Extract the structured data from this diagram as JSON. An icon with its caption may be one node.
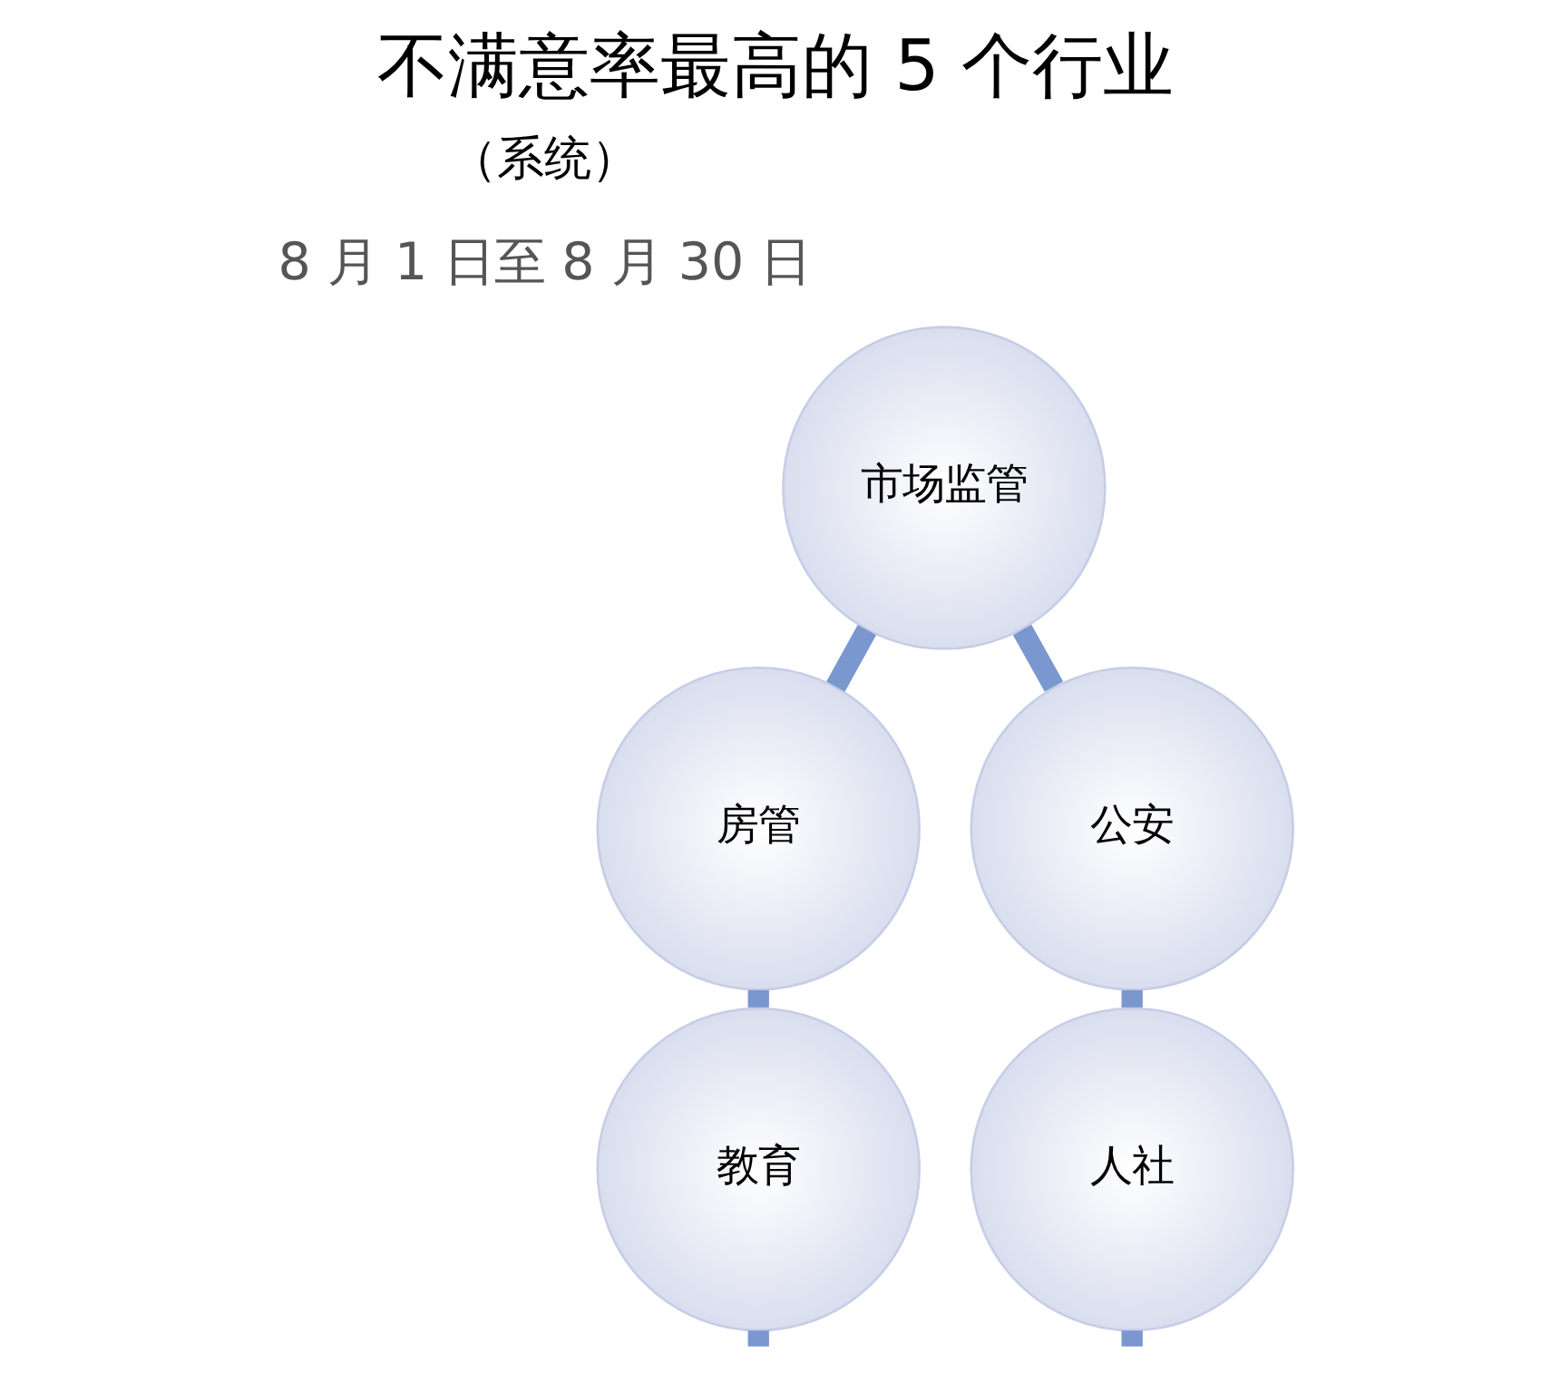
{
  "diagram": {
    "title": "不满意率最高的 5 个行业",
    "nodes": [
      {
        "text": [
          "教育"
        ]
      },
      {
        "text": [
          "房管"
        ]
      },
      {
        "text": [
          "市场监管"
        ]
      },
      {
        "text": [
          "公安"
        ]
      },
      {
        "text": [
          "人社"
        ]
      }
    ],
    "edges": [
      {
        "from": 0,
        "to": null,
        "arrow": "none"
      },
      {
        "from": 0,
        "to": 1,
        "arrow": "none"
      },
      {
        "from": 1,
        "to": 2,
        "arrow": "none"
      },
      {
        "from": 2,
        "to": 3,
        "arrow": "none"
      },
      {
        "from": 3,
        "to": 4,
        "arrow": "none"
      },
      {
        "from": 4,
        "to": null,
        "arrow": "none"
      }
    ],
    "labels": [
      "（系统）",
      "8 月 1 日至 8 月 30 日"
    ]
  }
}
